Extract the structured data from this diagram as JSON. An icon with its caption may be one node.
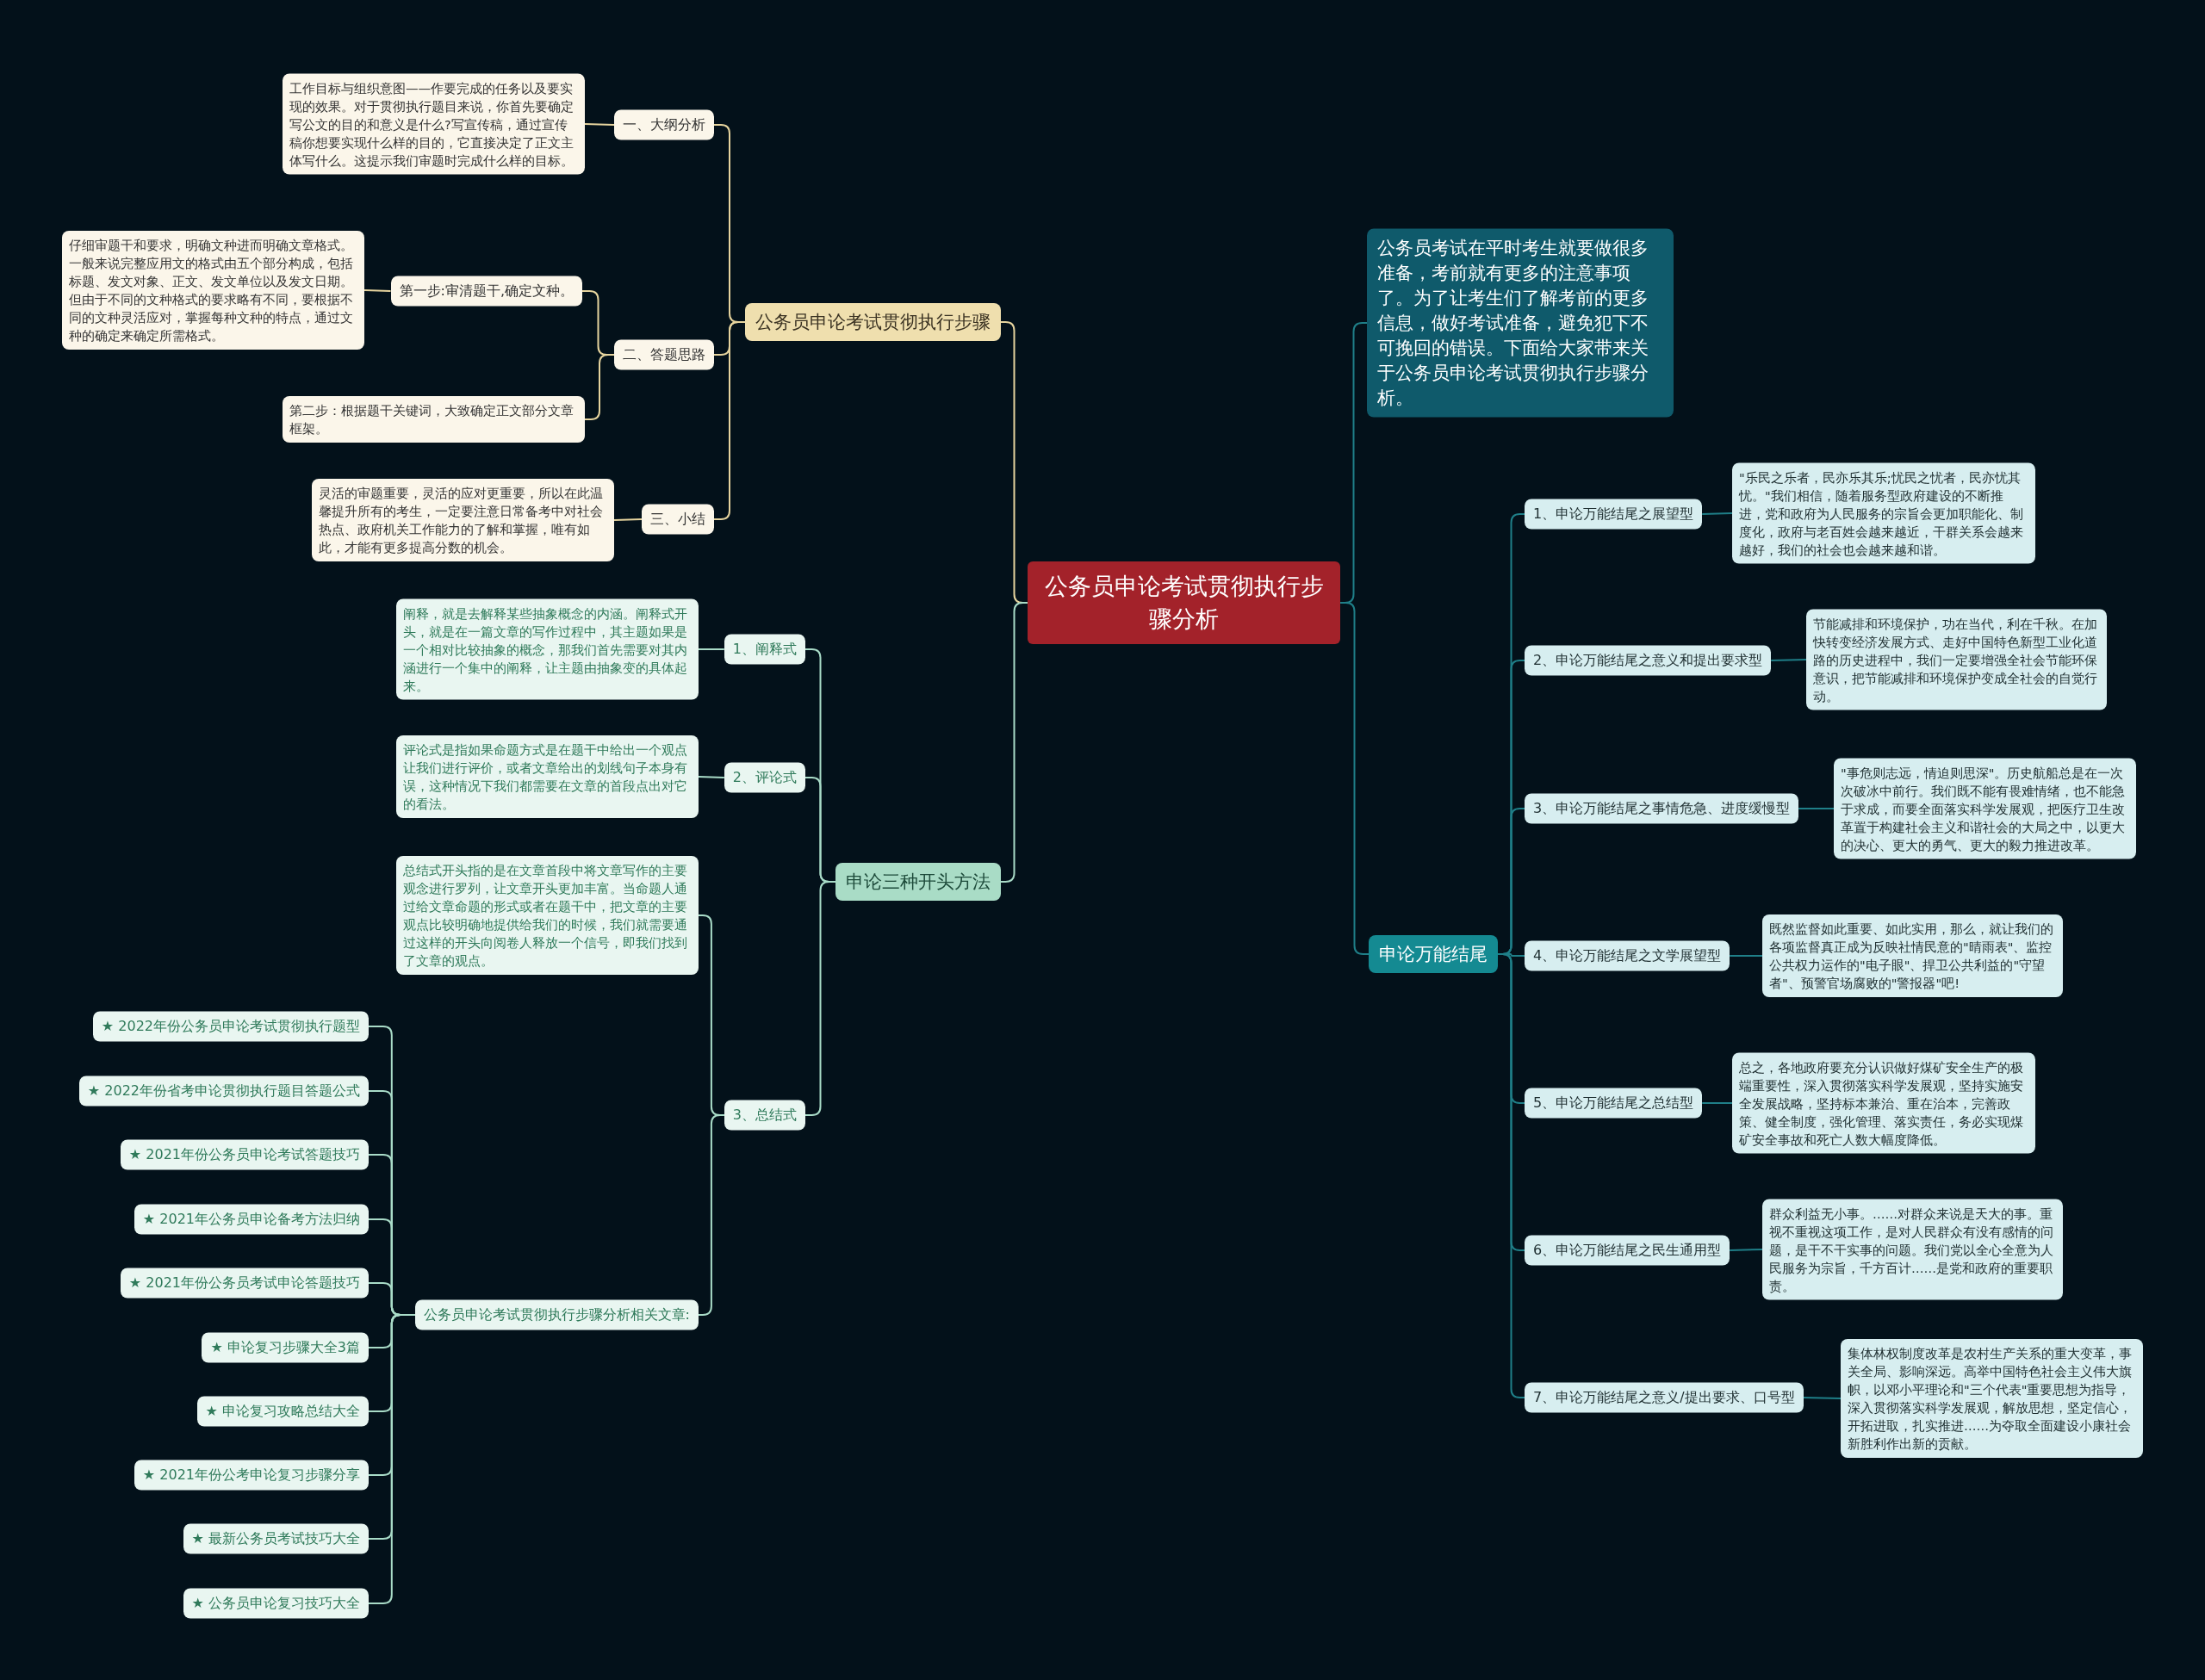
{
  "diagram": {
    "nodes": [
      {
        "text": [
          "公务员申论考试贯彻执行步骤分析"
        ]
      },
      {
        "text": [
          "公务员申论考试贯彻执行步骤"
        ]
      },
      {
        "text": [
          "一、大纲分析"
        ]
      },
      {
        "text": [
          "工作目标与组织意图——作要完成的任务以及要实现的效果。对于贯彻执行题目来说，你首先要确定写公文的目的和意义是什么?写宣传稿，通过宣传稿你想要实现什么样的目的，它直接决定了正文主体写什么。这提示我们审题时完成什么样的目标。"
        ]
      },
      {
        "text": [
          "二、答题思路"
        ]
      },
      {
        "text": [
          "第一步:审清题干,确定文种。"
        ]
      },
      {
        "text": [
          "仔细审题干和要求，明确文种进而明确文章格式。一般来说完整应用文的格式由五个部分构成，包括标题、发文对象、正文、发文单位以及发文日期。但由于不同的文种格式的要求略有不同，要根据不同的文种灵活应对，掌握每种文种的特点，通过文种的确定来确定所需格式。"
        ]
      },
      {
        "text": [
          "第二步：根据题干关键词，大致确定正文部分文章框架。"
        ]
      },
      {
        "text": [
          "三、小结"
        ]
      },
      {
        "text": [
          "灵活的审题重要，灵活的应对更重要，所以在此温馨提升所有的考生，一定要注意日常备考中对社会热点、政府机关工作能力的了解和掌握，唯有如此，才能有更多提高分数的机会。"
        ]
      },
      {
        "text": [
          "申论三种开头方法"
        ]
      },
      {
        "text": [
          "1、阐释式"
        ]
      },
      {
        "text": [
          "阐释，就是去解释某些抽象概念的内涵。阐释式开头，就是在一篇文章的写作过程中，其主题如果是一个相对比较抽象的概念，那我们首先需要对其内涵进行一个集中的阐释，让主题由抽象变的具体起来。"
        ]
      },
      {
        "text": [
          "2、评论式"
        ]
      },
      {
        "text": [
          "评论式是指如果命题方式是在题干中给出一个观点让我们进行评价，或者文章给出的划线句子本身有误，这种情况下我们都需要在文章的首段点出对它的看法。"
        ]
      },
      {
        "text": [
          "3、总结式"
        ]
      },
      {
        "text": [
          "总结式开头指的是在文章首段中将文章写作的主要观念进行罗列，让文章开头更加丰富。当命题人通过给文章命题的形式或者在题干中，把文章的主要观点比较明确地提供给我们的时候，我们就需要通过这样的开头向阅卷人释放一个信号，即我们找到了文章的观点。"
        ]
      },
      {
        "text": [
          "公务员申论考试贯彻执行步骤分析相关文章:"
        ]
      },
      {
        "text": [
          "★ 2022年份公务员申论考试贯彻执行题型"
        ]
      },
      {
        "text": [
          "★ 2022年份省考申论贯彻执行题目答题公式"
        ]
      },
      {
        "text": [
          "★ 2021年份公务员申论考试答题技巧"
        ]
      },
      {
        "text": [
          "★ 2021年公务员申论备考方法归纳"
        ]
      },
      {
        "text": [
          "★ 2021年份公务员考试申论答题技巧"
        ]
      },
      {
        "text": [
          "★ 申论复习步骤大全3篇"
        ]
      },
      {
        "text": [
          "★ 申论复习攻略总结大全"
        ]
      },
      {
        "text": [
          "★ 2021年份公考申论复习步骤分享"
        ]
      },
      {
        "text": [
          "★ 最新公务员考试技巧大全"
        ]
      },
      {
        "text": [
          "★ 公务员申论复习技巧大全"
        ]
      },
      {
        "text": [
          "公务员考试在平时考生就要做很多准备，考前就有更多的注意事项了。为了让考生们了解考前的更多信息，做好考试准备，避免犯下不可挽回的错误。下面给大家带来关于公务员申论考试贯彻执行步骤分析。"
        ]
      },
      {
        "text": [
          "申论万能结尾"
        ]
      },
      {
        "text": [
          "1、申论万能结尾之展望型"
        ]
      },
      {
        "text": [
          "\"乐民之乐者，民亦乐其乐;忧民之忧者，民亦忧其忧。\"我们相信，随着服务型政府建设的不断推进，党和政府为人民服务的宗旨会更加职能化、制度化，政府与老百姓会越来越近，干群关系会越来越好，我们的社会也会越来越和谐。"
        ]
      },
      {
        "text": [
          "2、申论万能结尾之意义和提出要求型"
        ]
      },
      {
        "text": [
          "节能减排和环境保护，功在当代，利在千秋。在加快转变经济发展方式、走好中国特色新型工业化道路的历史进程中，我们一定要增强全社会节能环保意识，把节能减排和环境保护变成全社会的自觉行动。"
        ]
      },
      {
        "text": [
          "3、申论万能结尾之事情危急、进度缓慢型"
        ]
      },
      {
        "text": [
          "\"事危则志远，情迫则思深\"。历史航船总是在一次次破冰中前行。我们既不能有畏难情绪，也不能急于求成，而要全面落实科学发展观，把医疗卫生改革置于构建社会主义和谐社会的大局之中，以更大的决心、更大的勇气、更大的毅力推进改革。"
        ]
      },
      {
        "text": [
          "4、申论万能结尾之文学展望型"
        ]
      },
      {
        "text": [
          "既然监督如此重要、如此实用，那么，就让我们的各项监督真正成为反映社情民意的\"晴雨表\"、监控公共权力运作的\"电子眼\"、捍卫公共利益的\"守望者\"、预警官场腐败的\"警报器\"吧!"
        ]
      },
      {
        "text": [
          "5、申论万能结尾之总结型"
        ]
      },
      {
        "text": [
          "总之，各地政府要充分认识做好煤矿安全生产的极端重要性，深入贯彻落实科学发展观，坚持实施安全发展战略，坚持标本兼治、重在治本，完善政策、健全制度，强化管理、落实责任，务必实现煤矿安全事故和死亡人数大幅度降低。"
        ]
      },
      {
        "text": [
          "6、申论万能结尾之民生通用型"
        ]
      },
      {
        "text": [
          "群众利益无小事。……对群众来说是天大的事。重视不重视这项工作，是对人民群众有没有感情的问题，是干不干实事的问题。我们党以全心全意为人民服务为宗旨，千方百计……是党和政府的重要职责。"
        ]
      },
      {
        "text": [
          "7、申论万能结尾之意义/提出要求、口号型"
        ]
      },
      {
        "text": [
          "集体林权制度改革是农村生产关系的重大变革，事关全局、影响深远。高举中国特色社会主义伟大旗帜，以邓小平理论和\"三个代表\"重要思想为指导，深入贯彻落实科学发展观，解放思想，坚定信心，开拓进取，扎实推进……为夺取全面建设小康社会新胜利作出新的贡献。"
        ]
      }
    ],
    "edges": [
      {
        "from": 0,
        "to": 1,
        "arrow": "none",
        "color": "#e6d49e"
      },
      {
        "from": 1,
        "to": 2,
        "arrow": "none",
        "color": "#e6d49e"
      },
      {
        "from": 2,
        "to": 3,
        "arrow": "none",
        "color": "#e6d49e"
      },
      {
        "from": 1,
        "to": 4,
        "arrow": "none",
        "color": "#e6d49e"
      },
      {
        "from": 4,
        "to": 5,
        "arrow": "none",
        "color": "#e6d49e"
      },
      {
        "from": 5,
        "to": 6,
        "arrow": "none",
        "color": "#e6d49e"
      },
      {
        "from": 4,
        "to": 7,
        "arrow": "none",
        "color": "#e6d49e"
      },
      {
        "from": 1,
        "to": 8,
        "arrow": "none",
        "color": "#e6d49e"
      },
      {
        "from": 8,
        "to": 9,
        "arrow": "none",
        "color": "#e6d49e"
      },
      {
        "from": 0,
        "to": 10,
        "arrow": "none"
      },
      {
        "from": 10,
        "to": 11,
        "arrow": "none"
      },
      {
        "from": 11,
        "to": 12,
        "arrow": "none"
      },
      {
        "from": 10,
        "to": 13,
        "arrow": "none"
      },
      {
        "from": 13,
        "to": 14,
        "arrow": "none"
      },
      {
        "from": 10,
        "to": 15,
        "arrow": "none"
      },
      {
        "from": 15,
        "to": 16,
        "arrow": "none"
      },
      {
        "from": 15,
        "to": 17,
        "arrow": "none"
      },
      {
        "from": 17,
        "to": 18,
        "arrow": "none"
      },
      {
        "from": 17,
        "to": 19,
        "arrow": "none"
      },
      {
        "from": 17,
        "to": 20,
        "arrow": "none"
      },
      {
        "from": 17,
        "to": 21,
        "arrow": "none"
      },
      {
        "from": 17,
        "to": 22,
        "arrow": "none"
      },
      {
        "from": 17,
        "to": 23,
        "arrow": "none"
      },
      {
        "from": 17,
        "to": 24,
        "arrow": "none"
      },
      {
        "from": 17,
        "to": 25,
        "arrow": "none"
      },
      {
        "from": 17,
        "to": 26,
        "arrow": "none"
      },
      {
        "from": 17,
        "to": 27,
        "arrow": "none"
      },
      {
        "from": 0,
        "to": 28,
        "arrow": "none",
        "color": "#1f7f88"
      },
      {
        "from": 0,
        "to": 29,
        "arrow": "none",
        "color": "#1f7f88"
      },
      {
        "from": 29,
        "to": 30,
        "arrow": "none",
        "color": "#1f7f88"
      },
      {
        "from": 30,
        "to": 31,
        "arrow": "none",
        "color": "#1f7f88"
      },
      {
        "from": 29,
        "to": 32,
        "arrow": "none",
        "color": "#1f7f88"
      },
      {
        "from": 32,
        "to": 33,
        "arrow": "none",
        "color": "#1f7f88"
      },
      {
        "from": 29,
        "to": 34,
        "arrow": "none",
        "color": "#1f7f88"
      },
      {
        "from": 34,
        "to": 35,
        "arrow": "none",
        "color": "#1f7f88"
      },
      {
        "from": 29,
        "to": 36,
        "arrow": "none",
        "color": "#1f7f88"
      },
      {
        "from": 36,
        "to": 37,
        "arrow": "none",
        "color": "#1f7f88"
      },
      {
        "from": 29,
        "to": 38,
        "arrow": "none",
        "color": "#1f7f88"
      },
      {
        "from": 38,
        "to": 39,
        "arrow": "none",
        "color": "#1f7f88"
      },
      {
        "from": 29,
        "to": 40,
        "arrow": "none",
        "color": "#1f7f88"
      },
      {
        "from": 40,
        "to": 41,
        "arrow": "none",
        "color": "#1f7f88"
      },
      {
        "from": 29,
        "to": 42,
        "arrow": "none",
        "color": "#1f7f88"
      },
      {
        "from": 42,
        "to": 43,
        "arrow": "none",
        "color": "#1f7f88"
      }
    ]
  }
}
